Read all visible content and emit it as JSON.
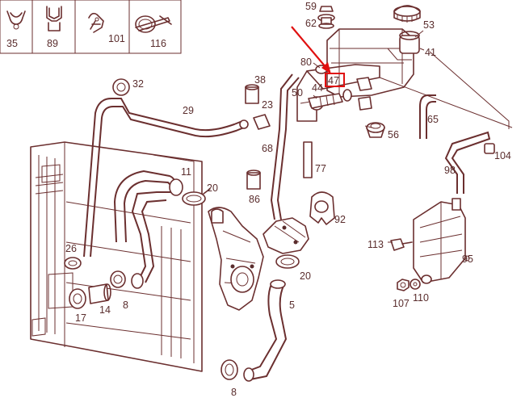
{
  "legend_items": [
    {
      "id": "35",
      "icon": "clip-icon"
    },
    {
      "id": "89",
      "icon": "clamp-icon"
    },
    {
      "id": "101",
      "icon": "holder-icon"
    },
    {
      "id": "116",
      "icon": "cable-tie-icon"
    }
  ],
  "callouts": {
    "c59": "59",
    "c62": "62",
    "c53": "53",
    "c41": "41",
    "c80": "80",
    "c47": "47",
    "c44": "44",
    "c50": "50",
    "c38": "38",
    "c23": "23",
    "c32": "32",
    "c29": "29",
    "c65": "65",
    "c56": "56",
    "c68": "68",
    "c77": "77",
    "c104": "104",
    "c98": "98",
    "c11": "11",
    "c20a": "20",
    "c86": "86",
    "c92": "92",
    "c26": "26",
    "c113": "113",
    "c95": "95",
    "c20b": "20",
    "c107": "107",
    "c110": "110",
    "c17": "17",
    "c14": "14",
    "c8a": "8",
    "c5": "5",
    "c8b": "8"
  },
  "highlight": {
    "target": "47",
    "color": "#e01010"
  },
  "colors": {
    "line": "#6b2f2f",
    "label": "#5a2d2d",
    "highlight": "#e01010",
    "background": "#ffffff"
  }
}
